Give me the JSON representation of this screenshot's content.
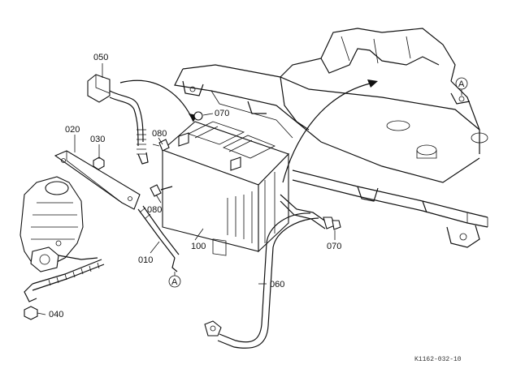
{
  "diagram": {
    "labels": {
      "p010": "010",
      "p020": "020",
      "p030": "030",
      "p040": "040",
      "p050": "050",
      "p060": "060",
      "p070a": "070",
      "p070b": "070",
      "p080a": "080",
      "p080b": "080",
      "p100": "100"
    },
    "markers": {
      "a_bottom": "A",
      "a_top": "A"
    },
    "reference_code": "K1162-032-10"
  },
  "colors": {
    "ink": "#111111",
    "paper": "#ffffff"
  }
}
